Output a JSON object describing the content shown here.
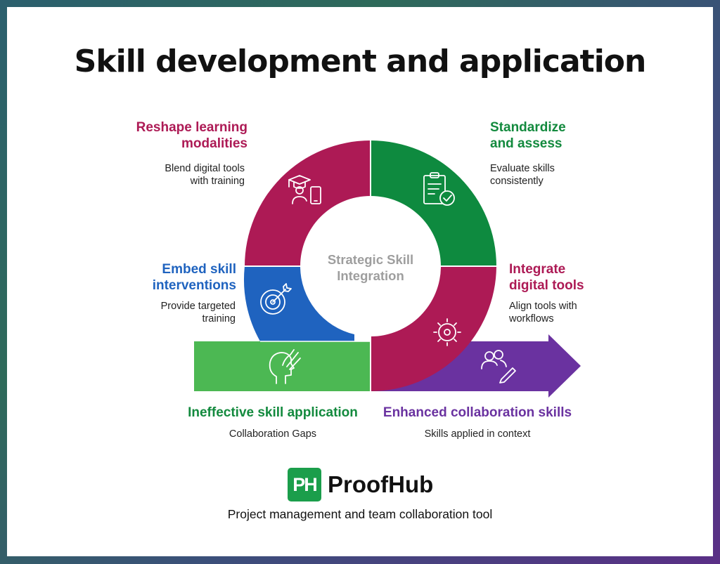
{
  "title": "Skill development and application",
  "center": {
    "line1": "Strategic Skill",
    "line2": "Integration"
  },
  "segments": {
    "reshape": {
      "label_line1": "Reshape learning",
      "label_line2": "modalities",
      "desc_line1": "Blend digital tools",
      "desc_line2": "with training",
      "icon": "graduate-device-icon",
      "color": "#ad1a55"
    },
    "standardize": {
      "label_line1": "Standardize",
      "label_line2": "and assess",
      "desc_line1": "Evaluate skills",
      "desc_line2": "consistently",
      "icon": "clipboard-check-icon",
      "color": "#0e8a3f"
    },
    "embed": {
      "label_line1": "Embed skill",
      "label_line2": "interventions",
      "desc_line1": "Provide targeted",
      "desc_line2": "training",
      "icon": "target-arrow-icon",
      "color": "#1f63bf"
    },
    "integrate": {
      "label_line1": "Integrate",
      "label_line2": "digital tools",
      "desc_line1": "Align tools with",
      "desc_line2": "workflows",
      "icon": "gear-icon",
      "color": "#ad1a55"
    },
    "ineffective": {
      "label": "Ineffective skill application",
      "desc": "Collaboration Gaps",
      "icon": "head-hand-icon",
      "color": "#4cb853"
    },
    "enhanced": {
      "label": "Enhanced collaboration skills",
      "desc": "Skills applied in context",
      "icon": "people-edit-icon",
      "color": "#6a32a0"
    }
  },
  "brand": {
    "logo_letters": "PH",
    "name": "ProofHub",
    "tagline": "Project management and team collaboration tool",
    "logo_color": "#1b9e4b"
  }
}
